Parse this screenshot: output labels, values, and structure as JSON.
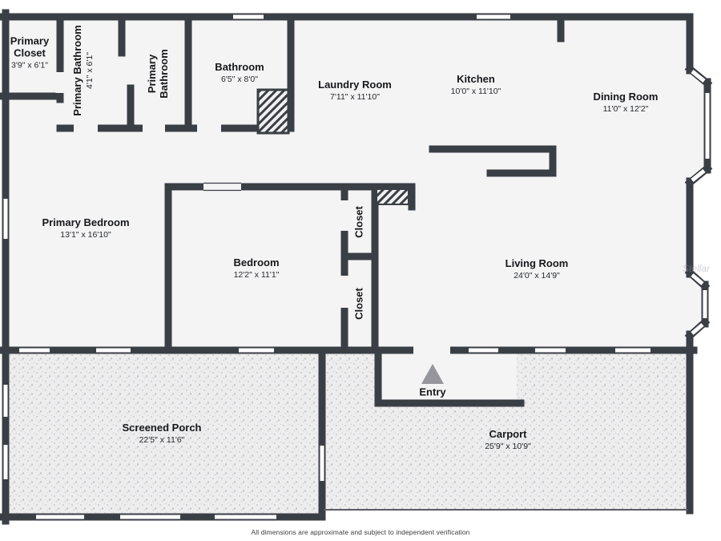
{
  "page": {
    "footer_disclaimer": "All dimensions are approximate and subject to independent verification",
    "watermark": "Stellar"
  },
  "colors": {
    "wall": "#3a3e45",
    "floor": "#f4f4f5",
    "texture_dot": "#c9cacd",
    "entry_marker": "#95979c"
  },
  "icons": {
    "entry_marker": "triangle-up"
  },
  "rooms": [
    {
      "name": "Primary Closet",
      "dims": "3'9\" x 6'1\""
    },
    {
      "name": "Primary Bathroom",
      "dims": "4'1\" x 6'1\""
    },
    {
      "name": "Primary Bathroom"
    },
    {
      "name": "Bathroom",
      "dims": "6'5\" x 8'0\""
    },
    {
      "name": "Laundry Room",
      "dims": "7'11\" x 11'10\""
    },
    {
      "name": "Kitchen",
      "dims": "10'0\" x 11'10\""
    },
    {
      "name": "Dining Room",
      "dims": "11'0\" x 12'2\""
    },
    {
      "name": "Primary Bedroom",
      "dims": "13'1\" x 16'10\""
    },
    {
      "name": "Bedroom",
      "dims": "12'2\" x 11'1\""
    },
    {
      "name": "Closet"
    },
    {
      "name": "Closet"
    },
    {
      "name": "Living Room",
      "dims": "24'0\" x 14'9\""
    },
    {
      "name": "Entry"
    },
    {
      "name": "Screened Porch",
      "dims": "22'5\" x 11'6\""
    },
    {
      "name": "Carport",
      "dims": "25'9\" x 10'9\""
    }
  ]
}
